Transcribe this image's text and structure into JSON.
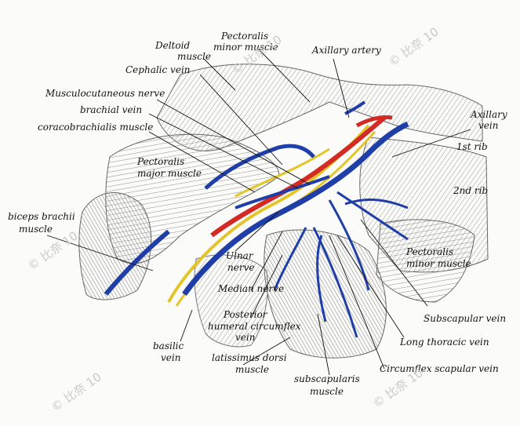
{
  "labels": {
    "pectoralis_minor_top": [
      "Pectoralis",
      "minor muscle"
    ],
    "deltoid": [
      "Deltoid",
      "muscle"
    ],
    "axillary_artery": "Axillary artery",
    "cephalic_vein": "Cephalic vein",
    "musculocutaneous_nerve": "Musculocutaneous nerve",
    "brachial_vein": "brachial vein",
    "coracobrachialis": "coracobrachialis muscle",
    "axillary_vein": [
      "Axillary",
      "vein"
    ],
    "first_rib": "1st rib",
    "pectoralis_major": [
      "Pectoralis",
      "major muscle"
    ],
    "second_rib": "2nd rib",
    "biceps": [
      "biceps brachii",
      "muscle"
    ],
    "pectoralis_minor_right": [
      "Pectoralis",
      "minor muscle"
    ],
    "ulnar_nerve": [
      "Ulnar",
      "nerve"
    ],
    "median_nerve": "Median nerve",
    "posterior_humeral": [
      "Posterior",
      "humeral circumflex",
      "vein"
    ],
    "subscapular_vein": "Subscapular vein",
    "basilic_vein": [
      "basilic",
      "vein"
    ],
    "long_thoracic_vein": "Long thoracic vein",
    "latissimus": [
      "latissimus dorsi",
      "muscle"
    ],
    "subscapularis": [
      "subscapularis",
      "muscle"
    ],
    "circumflex_scapular": "Circumflex scapular vein"
  },
  "watermark": "© 比奈 10",
  "colors": {
    "vein": "#1f3ea8",
    "artery": "#d42a24",
    "nerve": "#e3c52a",
    "pencil": "#555555"
  }
}
